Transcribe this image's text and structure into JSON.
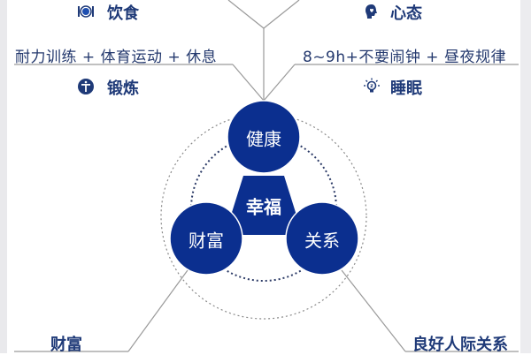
{
  "colors": {
    "primary": "#0b2f8f",
    "text": "#1f3a78",
    "line": "#9a9a9a",
    "dotted": "#8a8a8a"
  },
  "top_items": {
    "diet": {
      "icon": "plate-cutlery-icon",
      "label": "饮食"
    },
    "mindset": {
      "icon": "head-heart-icon",
      "label": "心态"
    }
  },
  "mid_items": {
    "exercise": {
      "icon": "fitness-icon",
      "label": "锻炼",
      "description": "耐力训练 + 体育运动 + 休息"
    },
    "sleep": {
      "icon": "lightbulb-z-icon",
      "label": "睡眠",
      "description": "8~9h+不要闹钟 + 昼夜规律"
    }
  },
  "center": {
    "core": "幸福",
    "nodes": [
      "健康",
      "财富",
      "关系"
    ]
  },
  "bottom_items": {
    "wealth": {
      "label": "财富"
    },
    "relationships": {
      "label": "良好人际关系"
    }
  }
}
